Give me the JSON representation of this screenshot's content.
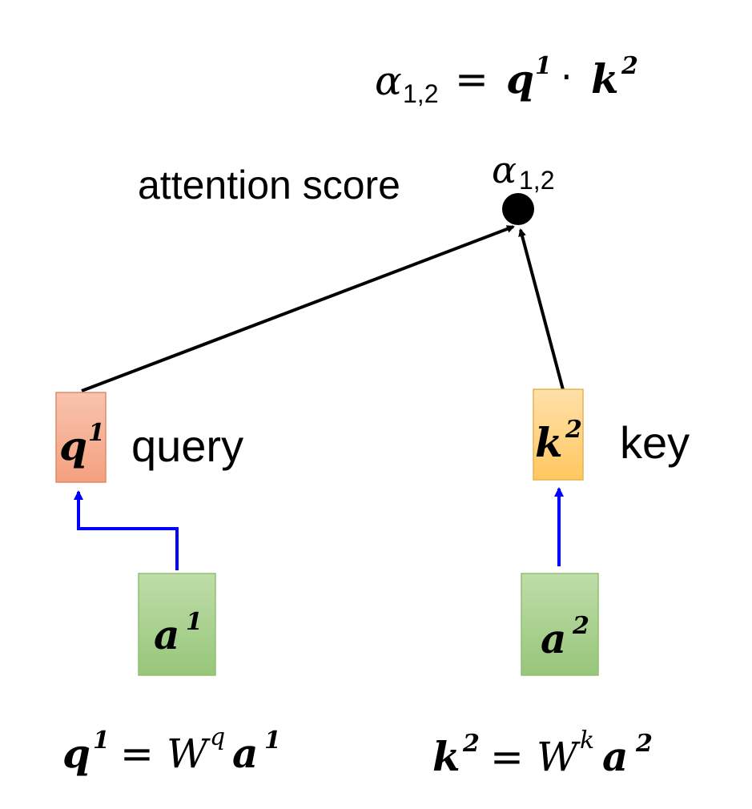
{
  "formula_top": {
    "alpha": "α",
    "alpha_sub": "1,2",
    "equals": "=",
    "q": "q",
    "q_sup": "1",
    "dot": "·",
    "k": "k",
    "k_sup": "2"
  },
  "score": {
    "label": "attention score",
    "alpha": "α",
    "alpha_sub": "1,2"
  },
  "query_box": {
    "symbol": "q",
    "sup": "1",
    "label": "query",
    "color": "#F4A582"
  },
  "key_box": {
    "symbol": "k",
    "sup": "2",
    "label": "key",
    "color": "#FFD27F"
  },
  "input1": {
    "symbol": "a",
    "sup": "1",
    "color": "#A9D18E"
  },
  "input2": {
    "symbol": "a",
    "sup": "2",
    "color": "#A9D18E"
  },
  "formula_q": {
    "lhs": "q",
    "lhs_sup": "1",
    "equals": "=",
    "W": "W",
    "W_sup": "q",
    "rhs": "a",
    "rhs_sup": "1"
  },
  "formula_k": {
    "lhs": "k",
    "lhs_sup": "2",
    "equals": "=",
    "W": "W",
    "W_sup": "k",
    "rhs": "a",
    "rhs_sup": "2"
  },
  "colors": {
    "arrow_black": "#000000",
    "arrow_blue": "#0000FF",
    "score_dot": "#000000"
  }
}
